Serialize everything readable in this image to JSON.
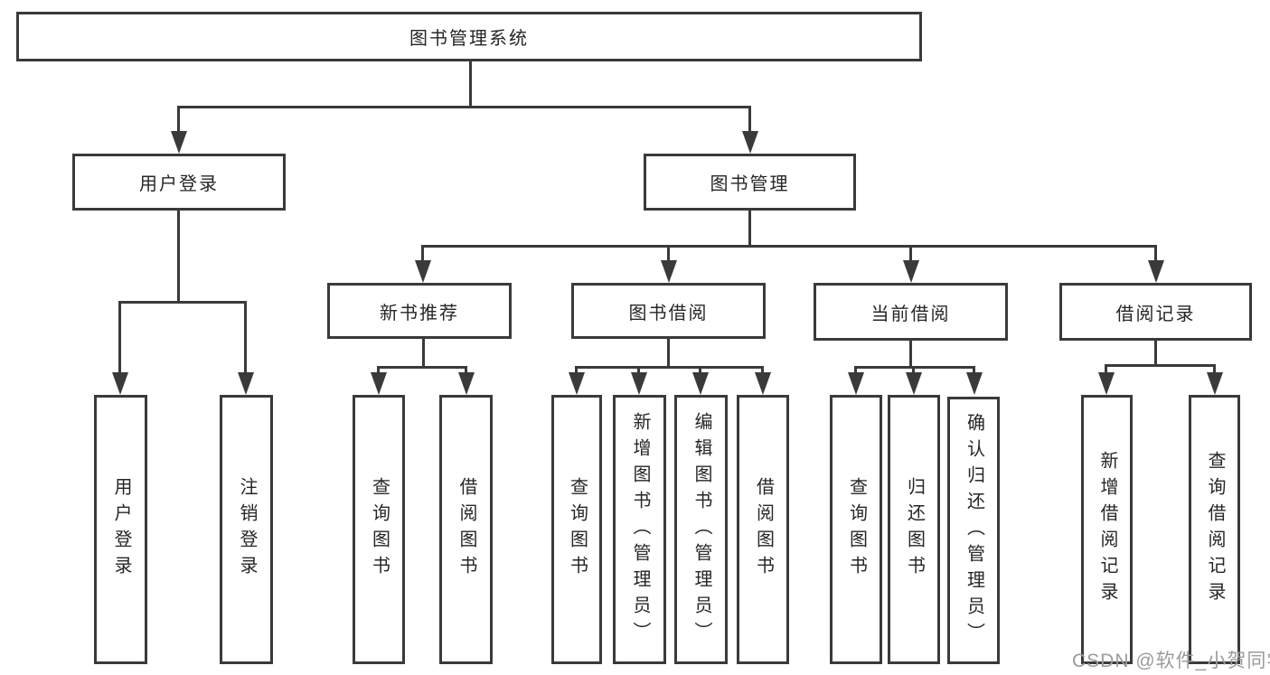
{
  "watermark": "CSDN @软件_小贺同学",
  "colors": {
    "line": "#3a3a3a",
    "text": "#262626",
    "watermark": "#9b9b9b",
    "background": "#ffffff"
  },
  "nodes": {
    "root": {
      "label": "图书管理系统"
    },
    "level2": [
      {
        "label": "用户登录"
      },
      {
        "label": "图书管理"
      }
    ],
    "level3": [
      {
        "label": "新书推荐"
      },
      {
        "label": "图书借阅"
      },
      {
        "label": "当前借阅"
      },
      {
        "label": "借阅记录"
      }
    ],
    "leaves": {
      "user_login": [
        {
          "label": "用户登录"
        },
        {
          "label": "注销登录"
        }
      ],
      "new_books": [
        {
          "label": "查询图书"
        },
        {
          "label": "借阅图书"
        }
      ],
      "book_borrow": [
        {
          "label": "查询图书"
        },
        {
          "label": "新增图书（管理员）"
        },
        {
          "label": "编辑图书（管理员）"
        },
        {
          "label": "借阅图书"
        }
      ],
      "current_borrow": [
        {
          "label": "查询图书"
        },
        {
          "label": "归还图书"
        },
        {
          "label": "确认归还（管理员）"
        }
      ],
      "borrow_records": [
        {
          "label": "新增借阅记录"
        },
        {
          "label": "查询借阅记录"
        }
      ]
    }
  }
}
